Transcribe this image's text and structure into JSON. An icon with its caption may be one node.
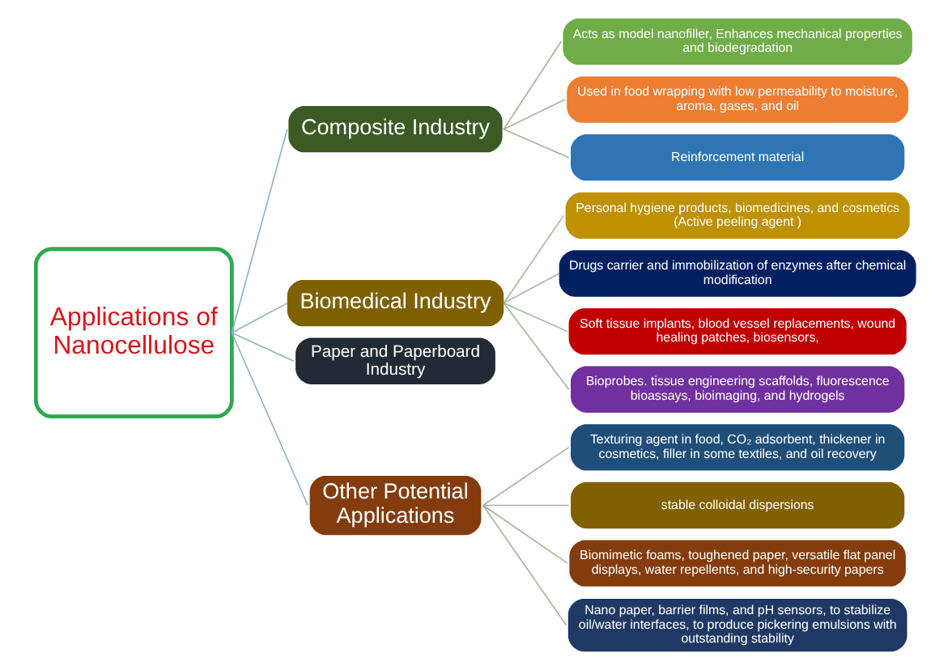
{
  "diagram": {
    "nodes": [
      {
        "text": [
          "Applications of Nanocellulose"
        ]
      },
      {
        "text": [
          "Composite Industry"
        ]
      },
      {
        "text": [
          "Acts as model nanofiller, Enhances mechanical properties and biodegradation"
        ]
      },
      {
        "text": [
          "Used in food wrapping with low permeability to moisture, aroma, gases, and oil"
        ]
      },
      {
        "text": [
          "Reinforcement material"
        ]
      },
      {
        "text": [
          "Biomedical Industry"
        ]
      },
      {
        "text": [
          "Personal hygiene products, biomedicines, and cosmetics (Active peeling agent )"
        ]
      },
      {
        "text": [
          "Drugs carrier and immobilization of enzymes after chemical modification"
        ]
      },
      {
        "text": [
          "Soft tissue implants, blood vessel replacements, wound healing patches, biosensors,"
        ]
      },
      {
        "text": [
          "Bioprobes. tissue engineering scaffolds, fluorescence bioassays, bioimaging, and hydrogels"
        ]
      },
      {
        "text": [
          "Paper and Paperboard Industry"
        ]
      },
      {
        "text": [
          "Other Potential Applications"
        ]
      },
      {
        "text": [
          "Texturing agent in food, CO₂ adsorbent, thickener in cosmetics, filler in some textiles, and oil recovery"
        ]
      },
      {
        "text": [
          "stable colloidal dispersions"
        ]
      },
      {
        "text": [
          "Biomimetic foams, toughened paper, versatile flat panel displays, water repellents, and high-security papers"
        ]
      },
      {
        "text": [
          "Nano paper, barrier films, and pH sensors, to stabilize oil/water interfaces, to produce pickering emulsions with outstanding stability"
        ]
      }
    ],
    "edges": [
      {
        "from": 0,
        "to": 1,
        "arrow": "none",
        "color": "#8fb0c8"
      },
      {
        "from": 0,
        "to": 5,
        "arrow": "none",
        "color": "#8fb0c8"
      },
      {
        "from": 0,
        "to": 10,
        "arrow": "none",
        "color": "#8fb0c8"
      },
      {
        "from": 0,
        "to": 11,
        "arrow": "none",
        "color": "#8fb0c8"
      },
      {
        "from": 1,
        "to": 2,
        "arrow": "none"
      },
      {
        "from": 1,
        "to": 3,
        "arrow": "none"
      },
      {
        "from": 1,
        "to": 4,
        "arrow": "none"
      },
      {
        "from": 5,
        "to": 6,
        "arrow": "none"
      },
      {
        "from": 5,
        "to": 7,
        "arrow": "none"
      },
      {
        "from": 5,
        "to": 8,
        "arrow": "none"
      },
      {
        "from": 5,
        "to": 9,
        "arrow": "none"
      },
      {
        "from": 11,
        "to": 12,
        "arrow": "none"
      },
      {
        "from": 11,
        "to": 13,
        "arrow": "none"
      },
      {
        "from": 11,
        "to": 14,
        "arrow": "none"
      },
      {
        "from": 11,
        "to": 15,
        "arrow": "none"
      }
    ]
  }
}
